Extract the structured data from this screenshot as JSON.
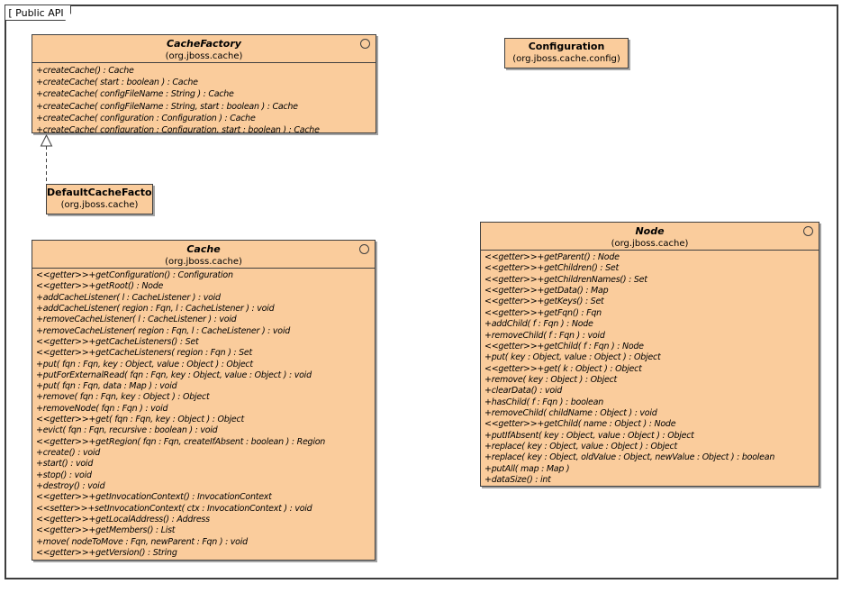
{
  "frame": {
    "label": "[ Public API ]"
  },
  "colors": {
    "box_fill": "#FACC9C",
    "box_border": "#3F3F3F",
    "frame_border": "#3D3D3D",
    "background": "#FFFFFF",
    "text": "#000000"
  },
  "classes": {
    "cache_factory": {
      "name": "CacheFactory",
      "package": "(org.jboss.cache)",
      "kind": "interface",
      "icon": "circle-icon",
      "methods": [
        "+createCache() : Cache",
        "+createCache( start : boolean ) : Cache",
        "+createCache( configFileName : String ) : Cache",
        "+createCache( configFileName : String, start : boolean ) : Cache",
        "+createCache( configuration : Configuration ) : Cache",
        "+createCache( configuration : Configuration, start : boolean ) : Cache"
      ]
    },
    "configuration": {
      "name": "Configuration",
      "package": "(org.jboss.cache.config)",
      "kind": "class",
      "methods": []
    },
    "default_cache_factory": {
      "name": "DefaultCacheFactory",
      "package": "(org.jboss.cache)",
      "kind": "class",
      "methods": []
    },
    "cache": {
      "name": "Cache",
      "package": "(org.jboss.cache)",
      "kind": "interface",
      "icon": "circle-icon",
      "methods": [
        "<<getter>>+getConfiguration() : Configuration",
        "<<getter>>+getRoot() : Node",
        "+addCacheListener( l : CacheListener ) : void",
        "+addCacheListener( region : Fqn, l : CacheListener ) : void",
        "+removeCacheListener( l : CacheListener ) : void",
        "+removeCacheListener( region : Fqn, l : CacheListener ) : void",
        "<<getter>>+getCacheListeners() : Set",
        "<<getter>>+getCacheListeners( region : Fqn ) : Set",
        "+put( fqn : Fqn, key : Object, value : Object ) : Object",
        "+putForExternalRead( fqn : Fqn, key : Object, value : Object ) : void",
        "+put( fqn : Fqn, data : Map ) : void",
        "+remove( fqn : Fqn, key : Object ) : Object",
        "+removeNode( fqn : Fqn ) : void",
        "<<getter>>+get( fqn : Fqn, key : Object ) : Object",
        "+evict( fqn : Fqn, recursive : boolean ) : void",
        "<<getter>>+getRegion( fqn : Fqn, createIfAbsent : boolean ) : Region",
        "+create() : void",
        "+start() : void",
        "+stop() : void",
        "+destroy() : void",
        "<<getter>>+getInvocationContext() : InvocationContext",
        "<<setter>>+setInvocationContext( ctx : InvocationContext ) : void",
        "<<getter>>+getLocalAddress() : Address",
        "<<getter>>+getMembers() : List",
        "+move( nodeToMove : Fqn, newParent : Fqn ) : void",
        "<<getter>>+getVersion() : String"
      ]
    },
    "node": {
      "name": "Node",
      "package": "(org.jboss.cache)",
      "kind": "interface",
      "icon": "circle-icon",
      "methods": [
        "<<getter>>+getParent() : Node",
        "<<getter>>+getChildren() : Set",
        "<<getter>>+getChildrenNames() : Set",
        "<<getter>>+getData() : Map",
        "<<getter>>+getKeys() : Set",
        "<<getter>>+getFqn() : Fqn",
        "+addChild( f : Fqn ) : Node",
        "+removeChild( f : Fqn ) : void",
        "<<getter>>+getChild( f : Fqn ) : Node",
        "+put( key : Object, value : Object ) : Object",
        "<<getter>>+get( k : Object ) : Object",
        "+remove( key : Object ) : Object",
        "+clearData() : void",
        "+hasChild( f : Fqn ) : boolean",
        "+removeChild( childName : Object ) : void",
        "<<getter>>+getChild( name : Object ) : Node",
        "+putIfAbsent( key : Object, value : Object ) : Object",
        "+replace( key : Object, value : Object ) : Object",
        "+replace( key : Object, oldValue : Object, newValue : Object ) : boolean",
        "+putAll( map : Map )",
        "+dataSize() : int"
      ]
    }
  },
  "relationships": [
    {
      "type": "realization",
      "from": "DefaultCacheFactory",
      "to": "CacheFactory",
      "line_style": "dashed",
      "arrowhead": "hollow-triangle"
    }
  ]
}
